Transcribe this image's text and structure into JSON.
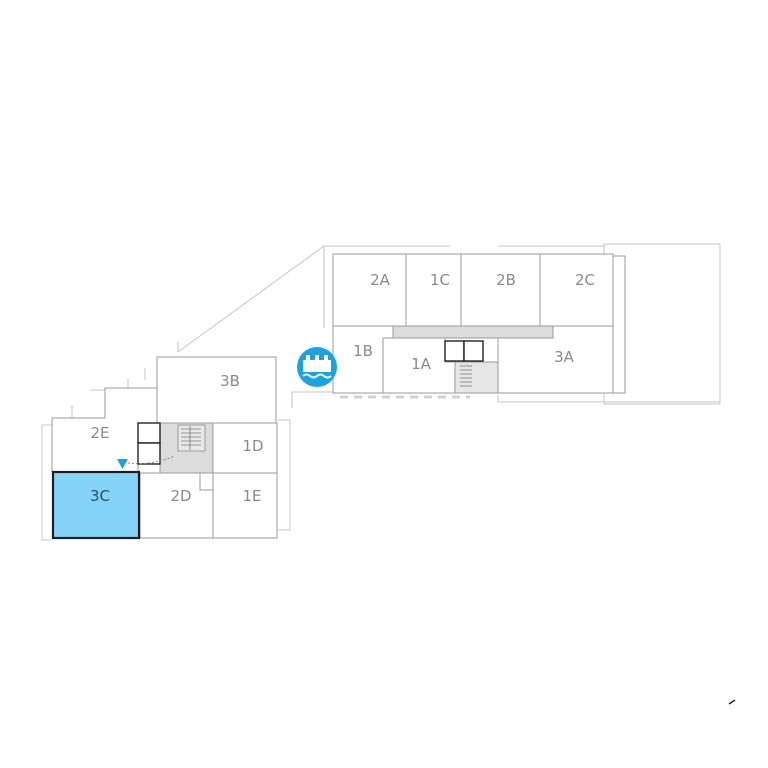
{
  "plan": {
    "units": [
      {
        "id": "2A",
        "label": "2A",
        "selected": false
      },
      {
        "id": "1C",
        "label": "1C",
        "selected": false
      },
      {
        "id": "2B",
        "label": "2B",
        "selected": false
      },
      {
        "id": "2C",
        "label": "2C",
        "selected": false
      },
      {
        "id": "1B",
        "label": "1B",
        "selected": false
      },
      {
        "id": "1A",
        "label": "1A",
        "selected": false
      },
      {
        "id": "3A",
        "label": "3A",
        "selected": false
      },
      {
        "id": "3B",
        "label": "3B",
        "selected": false
      },
      {
        "id": "2E",
        "label": "2E",
        "selected": false
      },
      {
        "id": "1D",
        "label": "1D",
        "selected": false
      },
      {
        "id": "3C",
        "label": "3C",
        "selected": true
      },
      {
        "id": "2D",
        "label": "2D",
        "selected": false
      },
      {
        "id": "1E",
        "label": "1E",
        "selected": false
      }
    ],
    "colors": {
      "selected_fill": "#85d3f8",
      "line": "#b8b8b8",
      "core": "#dcdcdc",
      "marker": "#1aa3e0"
    },
    "icons": [
      "pool-icon",
      "entrance-arrow-icon",
      "compass-mark-icon"
    ]
  }
}
